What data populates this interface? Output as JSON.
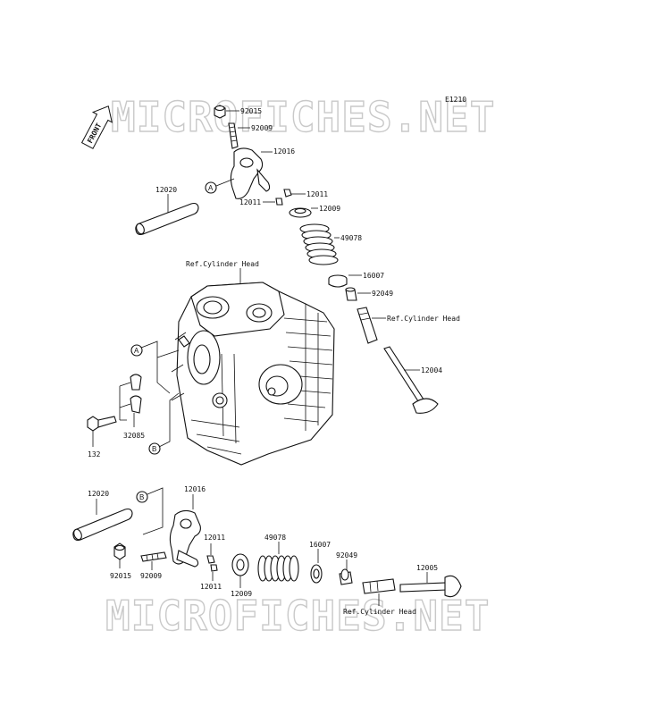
{
  "diagram_code": "E1210",
  "front_arrow_label": "FRONT",
  "watermark": "MICROFICHES.NET",
  "callouts": {
    "a": "A",
    "b": "B"
  },
  "labels": {
    "p92015_top": "92015",
    "p92009_top": "92009",
    "p12016_top": "12016",
    "p12011_top_a": "12011",
    "p12011_top_b": "12011",
    "p12020_top": "12020",
    "p12009_top": "12009",
    "p49078_top": "49078",
    "p16007_top": "16007",
    "p92049_top": "92049",
    "ref_head_top": "Ref.Cylinder Head",
    "ref_head_mid": "Ref.Cylinder Head",
    "p12004": "12004",
    "p32085": "32085",
    "p132": "132",
    "p12020_bot": "12020",
    "p12016_bot": "12016",
    "p12011_bot_a": "12011",
    "p12011_bot_b": "12011",
    "p92015_bot": "92015",
    "p92009_bot": "92009",
    "p12009_bot": "12009",
    "p49078_bot": "49078",
    "p16007_bot": "16007",
    "p92049_bot": "92049",
    "p12005": "12005",
    "ref_head_bot": "Ref.Cylinder Head"
  }
}
